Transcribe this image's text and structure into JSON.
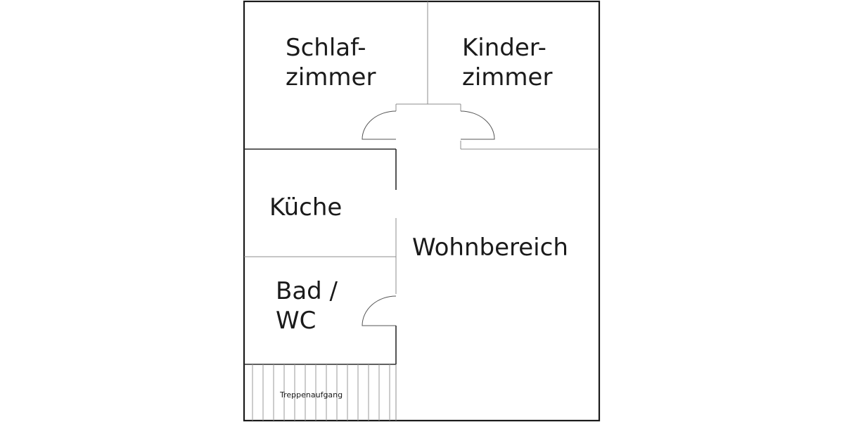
{
  "rooms": {
    "schlafzimmer": {
      "line1": "Schlaf-",
      "line2": "zimmer"
    },
    "kinderzimmer": {
      "line1": "Kinder-",
      "line2": "zimmer"
    },
    "kueche": {
      "label": "Küche"
    },
    "bad": {
      "line1": "Bad /",
      "line2": "WC"
    },
    "wohnbereich": {
      "label": "Wohnbereich"
    }
  },
  "stairs": {
    "label": "Treppenaufgang"
  }
}
